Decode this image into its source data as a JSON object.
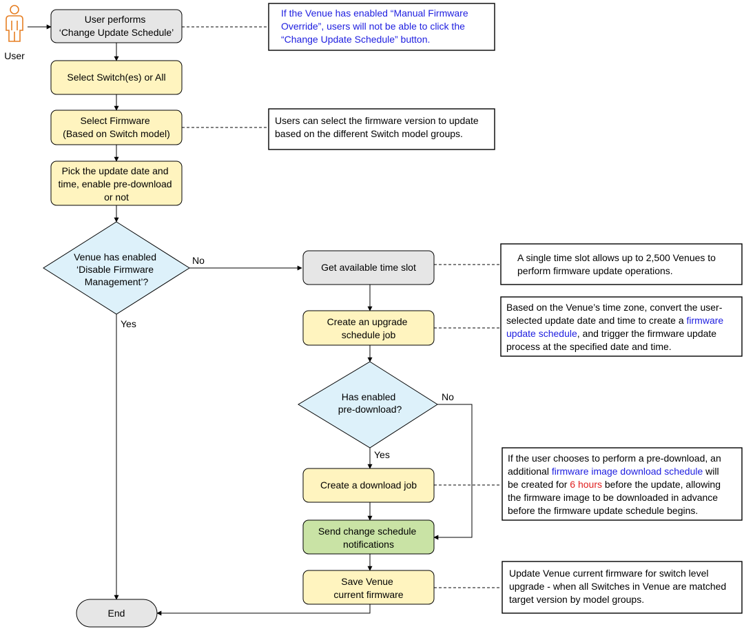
{
  "colors": {
    "gray_fill": "#E6E6E6",
    "yellow_fill": "#FFF4BF",
    "blue_fill": "#DDF1FA",
    "green_fill": "#C9E3A5",
    "link_blue": "#2020E0",
    "highlight_red": "#E02020",
    "actor_orange": "#E67E22"
  },
  "actor": {
    "label": "User",
    "icon": "person-icon"
  },
  "nodes": {
    "start": [
      "User performs",
      "‘Change Update Schedule’"
    ],
    "select_switch": [
      "Select Switch(es) or All"
    ],
    "select_firmware": [
      "Select Firmware",
      "(Based on Switch model)"
    ],
    "pick_date": [
      "Pick the update date and",
      "time, enable pre-download",
      "or not"
    ],
    "decision_disable": [
      "Venue has enabled",
      "‘Disable Firmware",
      "Management’?"
    ],
    "time_slot": [
      "Get available time slot"
    ],
    "upgrade_job": [
      "Create an upgrade",
      "schedule job"
    ],
    "decision_predownload": [
      "Has enabled",
      "pre-download?"
    ],
    "download_job": [
      "Create a download job"
    ],
    "notifications": [
      "Send change schedule",
      "notifications"
    ],
    "save_firmware": [
      "Save Venue",
      "current firmware"
    ],
    "end": [
      "End"
    ]
  },
  "edge_labels": {
    "disable_no": "No",
    "disable_yes": "Yes",
    "predownload_no": "No",
    "predownload_yes": "Yes"
  },
  "notes": {
    "override": [
      "If the Venue has enabled “Manual Firmware",
      "Override”, users will not be able to click the",
      "“Change Update Schedule” button."
    ],
    "firmware_groups": [
      "Users can select the firmware version to update",
      "based on the different Switch model groups."
    ],
    "time_slot": [
      "A single time slot allows up to 2,500 Venues to",
      "perform firmware update operations."
    ],
    "timezone": {
      "l1": "Based on the Venue’s time zone, convert the user-",
      "l2_a": "selected update date and time to create a ",
      "l2_link": "firmware",
      "l3_link": "update schedule",
      "l3_b": ", and trigger the firmware update",
      "l4": "process at the specified date and time."
    },
    "predownload": {
      "l1": "If the user chooses to perform a pre-download, an",
      "l2_a": "additional ",
      "l2_link": "firmware image download schedule",
      "l2_b": " will",
      "l3_a": "be created for ",
      "l3_red": "6 hours",
      "l3_b": " before the update, allowing",
      "l4": "the firmware image to be downloaded in advance",
      "l5": "before the firmware update schedule begins."
    },
    "save_firmware": [
      "Update Venue current firmware for switch level",
      "upgrade - when all Switches in Venue are matched",
      "target version by model groups."
    ]
  }
}
